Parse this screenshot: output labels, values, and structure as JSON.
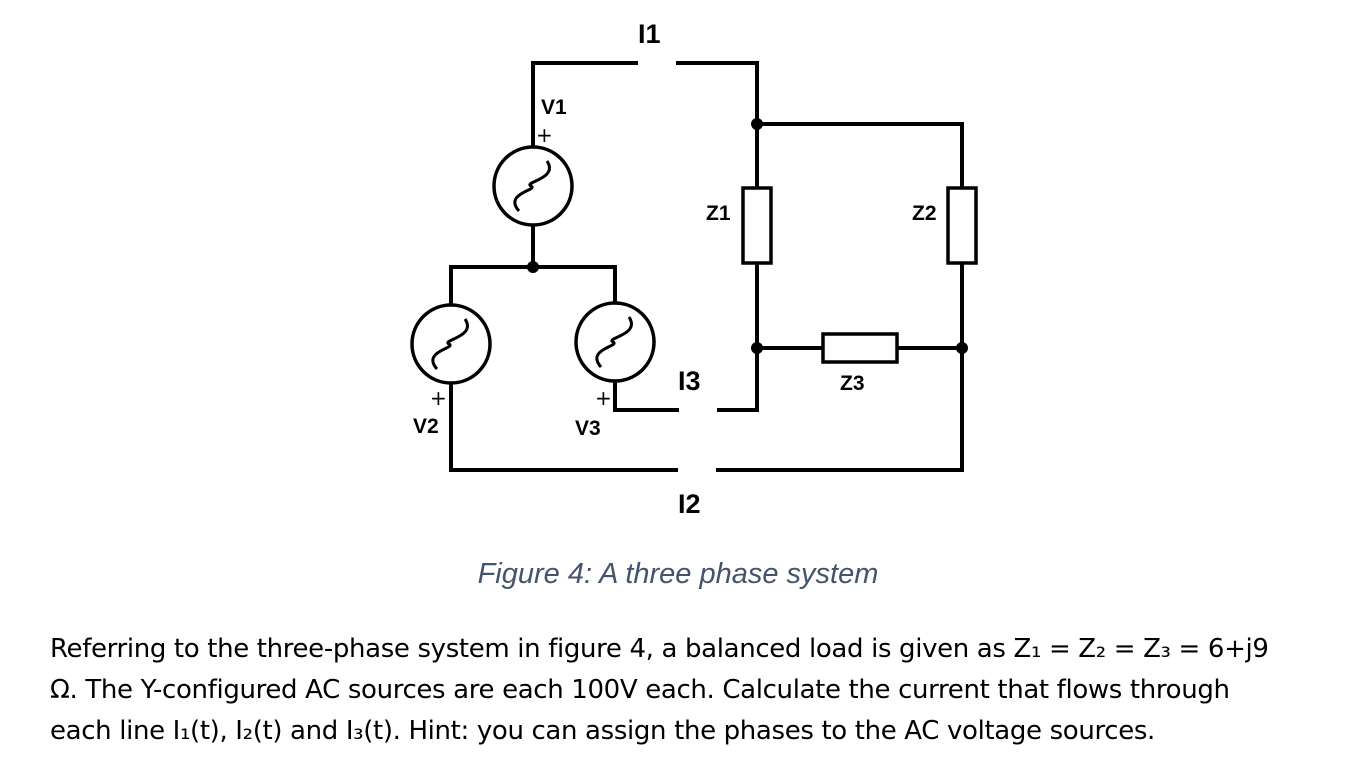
{
  "figure": {
    "labels": {
      "i1": "I1",
      "i2": "I2",
      "i3": "I3",
      "v1": "V1",
      "v2": "V2",
      "v3": "V3",
      "z1": "Z1",
      "z2": "Z2",
      "z3": "Z3",
      "plus": "+"
    },
    "caption": "Figure 4: A three phase system"
  },
  "question": {
    "lines": [
      "Referring to the three-phase system in figure 4, a balanced load is given as Z₁ = Z₂ = Z₃ = 6+j9",
      "Ω. The Y-configured AC sources are each 100V each. Calculate the current that flows through",
      "each line I₁(t), I₂(t) and I₃(t). Hint: you can assign the phases to the AC voltage sources."
    ]
  }
}
